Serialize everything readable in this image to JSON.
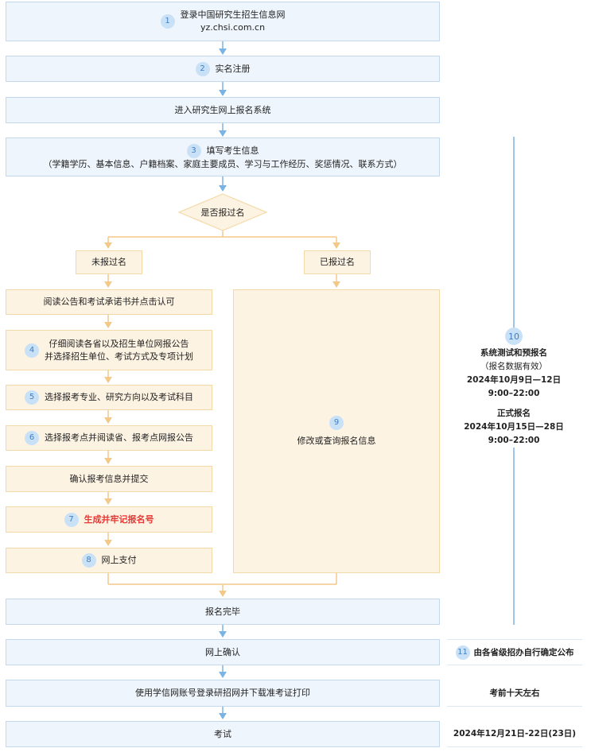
{
  "steps": {
    "s1": {
      "num": "1",
      "line1": "登录中国研究生招生信息网",
      "line2": "yz.chsi.com.cn"
    },
    "s2": {
      "num": "2",
      "label": "实名注册"
    },
    "enter": {
      "label": "进入研究生网上报名系统"
    },
    "s3": {
      "num": "3",
      "line1": "填写考生信息",
      "line2": "（学籍学历、基本信息、户籍档案、家庭主要成员、学习与工作经历、奖惩情况、联系方式）"
    },
    "decision": {
      "label": "是否报过名"
    },
    "not_registered": {
      "label": "未报过名"
    },
    "registered": {
      "label": "已报过名"
    },
    "read": {
      "label": "阅读公告和考试承诺书并点击认可"
    },
    "s4": {
      "num": "4",
      "line1": "仔细阅读各省以及招生单位网报公告",
      "line2": "并选择招生单位、考试方式及专项计划"
    },
    "s5": {
      "num": "5",
      "label": "选择报考专业、研究方向以及考试科目"
    },
    "s6": {
      "num": "6",
      "label": "选择报考点并阅读省、报考点网报公告"
    },
    "confirm_submit": {
      "label": "确认报考信息并提交"
    },
    "s7": {
      "num": "7",
      "label": "生成并牢记报名号"
    },
    "s8": {
      "num": "8",
      "label": "网上支付"
    },
    "s9": {
      "num": "9",
      "label": "修改或查询报名信息"
    },
    "done": {
      "label": "报名完毕"
    },
    "online_confirm": {
      "label": "网上确认"
    },
    "download": {
      "label": "使用学信网账号登录研招网并下载准考证打印"
    },
    "exam": {
      "label": "考试"
    }
  },
  "side": {
    "s10": {
      "num": "10",
      "title1": "系统测试和预报名",
      "note1": "（报名数据有效）",
      "date1": "2024年10月9日—12日",
      "time1": "9:00–22:00",
      "title2": "正式报名",
      "date2": "2024年10月15日—28日",
      "time2": "9:00–22:00"
    },
    "s11": {
      "num": "11",
      "label": "由各省级招办自行确定公布"
    },
    "download_time": "考前十天左右",
    "exam_date": "2024年12月21日-22日(23日)"
  },
  "colors": {
    "blue_fill": "#eef5fc",
    "blue_border": "#c2d8ee",
    "orange_fill": "#fdf3e3",
    "orange_border": "#f3d9a8",
    "blue_arrow": "#7ab4e4",
    "orange_arrow": "#f3c98a",
    "badge": "#c9e1f7",
    "red_text": "#e53935"
  }
}
